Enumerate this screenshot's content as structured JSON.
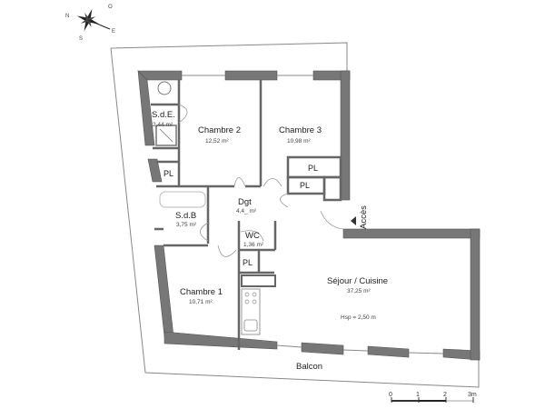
{
  "compass": {
    "labels": [
      "O",
      "N",
      "S",
      "E"
    ]
  },
  "rooms": {
    "sde": {
      "name": "S.d.E.",
      "area": "2,44 m²"
    },
    "chambre2": {
      "name": "Chambre 2",
      "area": "12,52 m²"
    },
    "chambre3": {
      "name": "Chambre 3",
      "area": "10,98 m²"
    },
    "dgt": {
      "name": "Dgt",
      "area": "4,4_ m²"
    },
    "sdb": {
      "name": "S.d.B",
      "area": "3,75 m²"
    },
    "wc": {
      "name": "WC",
      "area": "1,36 m²"
    },
    "chambre1": {
      "name": "Chambre 1",
      "area": "10,71 m²"
    },
    "sejour": {
      "name": "Séjour / Cuisine",
      "area": "37,25 m²",
      "height": "Hsp = 2,50 m"
    },
    "balcon": {
      "name": "Balcon"
    }
  },
  "placards": {
    "label": "PL"
  },
  "access": {
    "label": "Accès"
  },
  "scale": {
    "ticks": [
      "0",
      "1",
      "2",
      "3m"
    ]
  }
}
